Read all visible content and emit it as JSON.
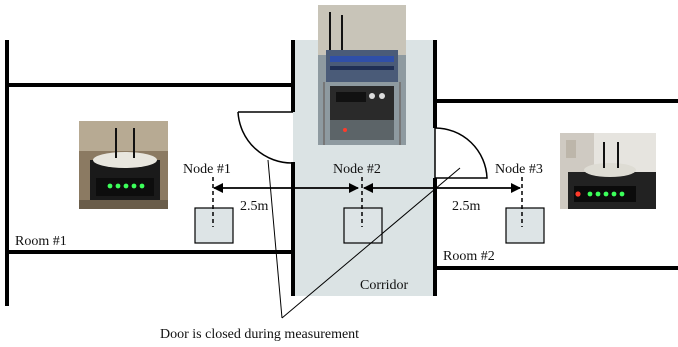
{
  "labels": {
    "node1": "Node #1",
    "node2": "Node #2",
    "node3": "Node #3",
    "distance_left": "2.5m",
    "distance_right": "2.5m",
    "room1": "Room #1",
    "room2": "Room #2",
    "corridor": "Corridor",
    "caption": "Door is closed during measurement"
  },
  "colors": {
    "corridor_fill": "#dbe3e4",
    "node_box_fill": "#dde4e6",
    "wall": "#000000",
    "led_green": "#3cff5a",
    "led_red": "#ff3a2a"
  },
  "icons": {
    "equipment_photo": "wireless-node-photo"
  }
}
